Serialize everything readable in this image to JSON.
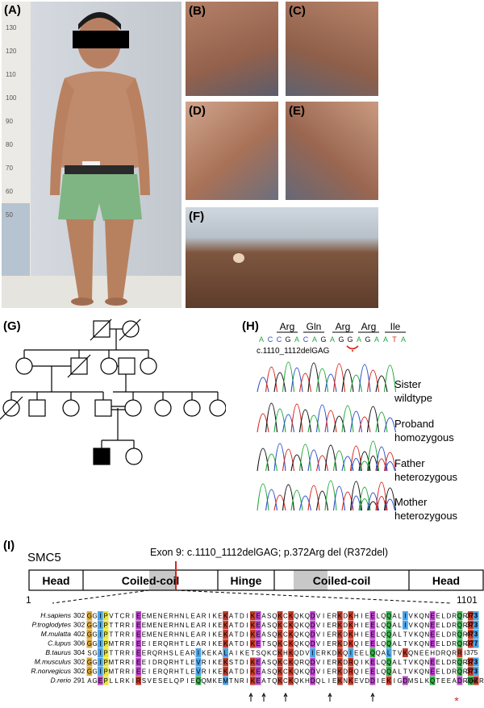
{
  "panels": {
    "A": "(A)",
    "B": "(B)",
    "C": "(C)",
    "D": "(D)",
    "E": "(E)",
    "F": "(F)",
    "G": "(G)",
    "H": "(H)",
    "I": "(I)"
  },
  "ruler": {
    "ticks": [
      "130",
      "120",
      "110",
      "100",
      "90",
      "80",
      "70",
      "60",
      "50"
    ]
  },
  "sequencing": {
    "amino_acids": [
      "Arg",
      "Gln",
      "Arg",
      "Arg",
      "Ile"
    ],
    "bases": [
      "A",
      "C",
      "C",
      "G",
      "A",
      "C",
      "A",
      "G",
      "A",
      "G",
      "G",
      "A",
      "G",
      "A",
      "A",
      "T",
      "A"
    ],
    "mutation_label": "c.1110_1112delGAG",
    "traces": [
      {
        "line1": "Sister",
        "line2": "wildtype"
      },
      {
        "line1": "Proband",
        "line2": "homozygous"
      },
      {
        "line1": "Father",
        "line2": "heterozygous"
      },
      {
        "line1": "Mother",
        "line2": "heterozygous"
      }
    ]
  },
  "protein": {
    "name": "SMC5",
    "mutation": "Exon 9: c.1110_1112delGAG; p.372Arg del (R372del)",
    "domains": [
      "Head",
      "Coiled-coil",
      "Hinge",
      "Coiled-coil",
      "Head"
    ],
    "start": "1",
    "end": "1101"
  },
  "alignment": {
    "rows": [
      {
        "species": "H.sapiens",
        "start": "302",
        "seq": "GGIPVTCRIEEMENERHNLEARIKEKATDIKEASQKCKQKQDVIERKDKHIEELQQALIVKQNEELDRQRRI",
        "end": "373"
      },
      {
        "species": "P.troglodytes",
        "start": "302",
        "seq": "GGIPTTRRIEEMENERHNLEARIKEKATDIKEASQKCKQKQDVIERKDKHIEELQQALIVKQNEELDRQRRI",
        "end": "373"
      },
      {
        "species": "M.mulatta",
        "start": "402",
        "seq": "GGIPTTRRIEEMENERHNLEARIKEKATDIKEASQKCKQKQDVIERKDKHIEELQQALTVKQNEELDRQRRI",
        "end": "473"
      },
      {
        "species": "C.lupus",
        "start": "306",
        "seq": "GGIPMTRRIEEIERQRHTLEARIKEKATDIKETSQKCKQKQDVIERKDKQIEELQQALTVKQNEELDRQRRI",
        "end": "377"
      },
      {
        "species": "B.taurus",
        "start": "304",
        "seq": "SGIPTTRRIEERQRHSLEARIKEKALAIKETSQKCKHKQDVIERKDKQIEELQQALTVKQNEEHDRQRRI",
        "end": "375"
      },
      {
        "species": "M.musculus",
        "start": "302",
        "seq": "GGIPMTRRIEEIDRQRHTLEVRIKEKSTDIKEASQKCKQRQDVIERKDRQIKELQQALTVKQNEELDRQRRI",
        "end": "373"
      },
      {
        "species": "R.norvegicus",
        "start": "302",
        "seq": "GGIPMTRRIEEIERQRHTLEVRIKEKATDIKEASQKCKQKQDVIERKDRQIEELQQALTVKQNEELDRQRRI",
        "end": "373"
      },
      {
        "species": "D.rerio",
        "start": "291",
        "seq": "AGEPLLRKIRSVESELQPIEQQMKEMTNRIKEATQKCKQKHDQLIEKNKEVDDIEKIGDMSLKQTEEADRQKRI",
        "end": "362"
      }
    ],
    "star": "*"
  },
  "colors": {
    "green": "#22a83a",
    "blue": "#2b4fc9",
    "black": "#111111",
    "red": "#d7261e"
  }
}
